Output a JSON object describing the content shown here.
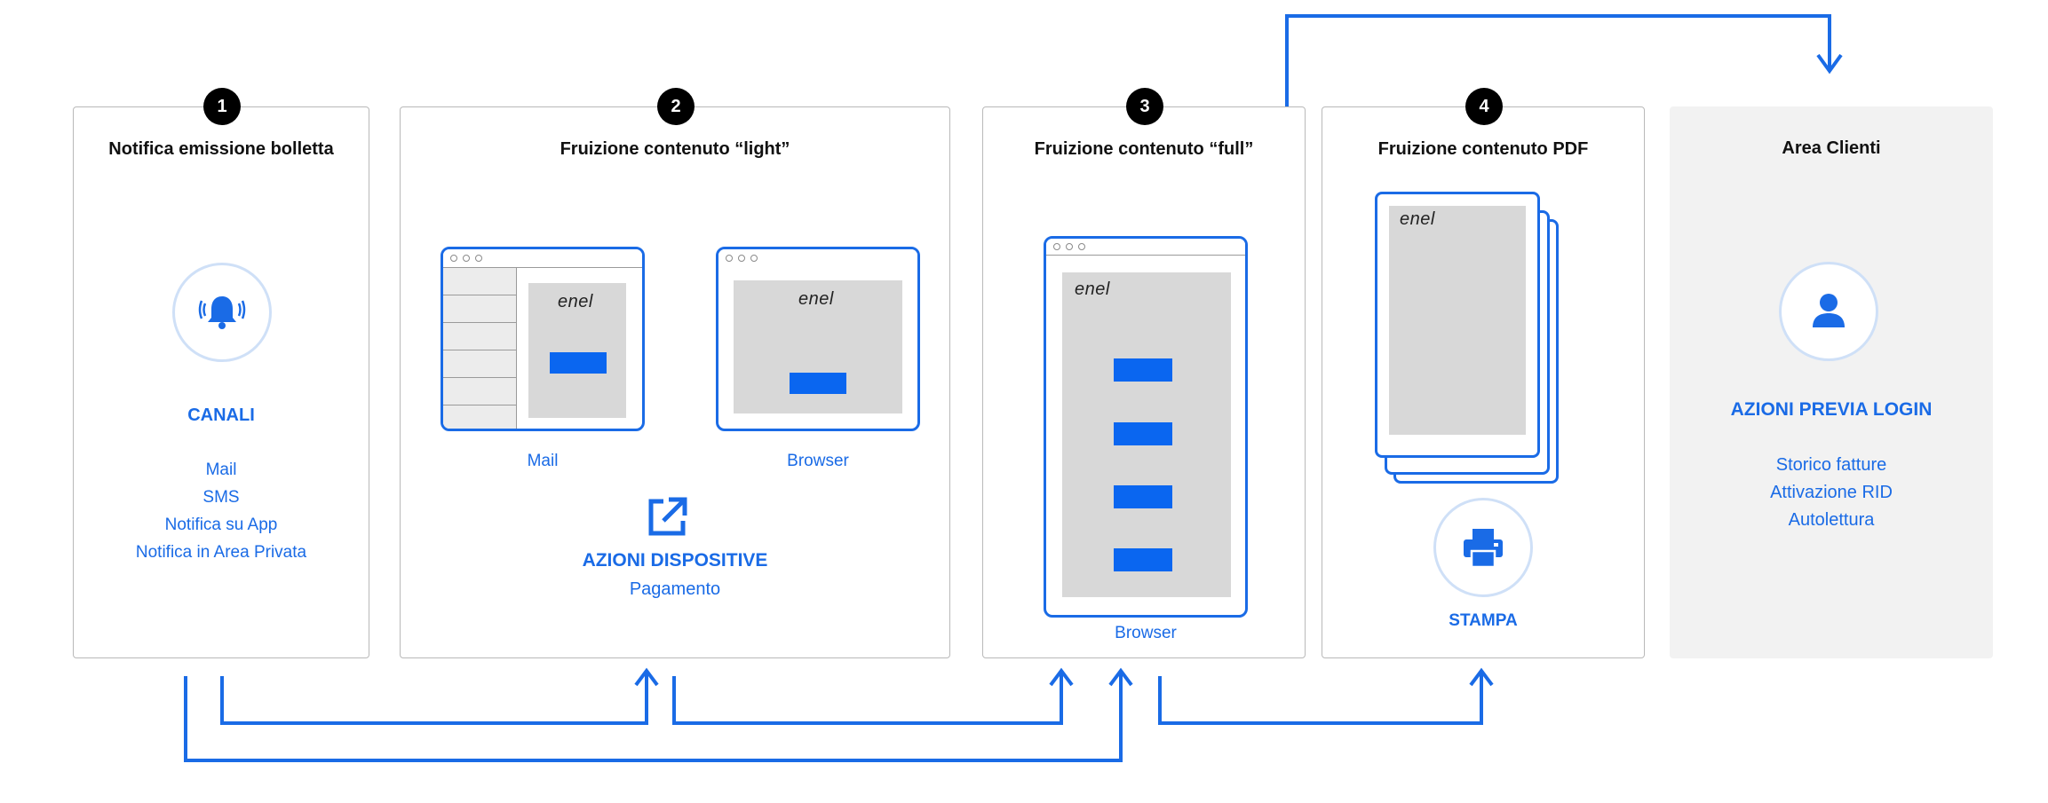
{
  "colors": {
    "accent": "#1a6be6",
    "badge": "#000000",
    "panel_border": "#b9b9b9",
    "grey_panel": "#f2f2f2",
    "doc_grey": "#d8d8d8"
  },
  "panels": {
    "p1": {
      "number": "1",
      "title": "Notifica emissione bolletta",
      "icon": "bell-icon",
      "heading": "CANALI",
      "items": [
        "Mail",
        "SMS",
        "Notifica su App",
        "Notifica in Area Privata"
      ]
    },
    "p2": {
      "number": "2",
      "title": "Fruizione contenuto “light”",
      "mail_label": "Mail",
      "browser_label": "Browser",
      "icon": "external-link-icon",
      "heading": "AZIONI DISPOSITIVE",
      "sub": "Pagamento",
      "logo": "enel"
    },
    "p3": {
      "number": "3",
      "title": "Fruizione contenuto “full”",
      "browser_label": "Browser",
      "logo": "enel"
    },
    "p4": {
      "number": "4",
      "title": "Fruizione contenuto PDF",
      "icon": "printer-icon",
      "heading": "STAMPA",
      "logo": "enel"
    },
    "p5": {
      "title": "Area Clienti",
      "icon": "user-icon",
      "heading": "AZIONI PREVIA LOGIN",
      "items": [
        "Storico fatture",
        "Attivazione RID",
        "Autolettura"
      ]
    }
  }
}
